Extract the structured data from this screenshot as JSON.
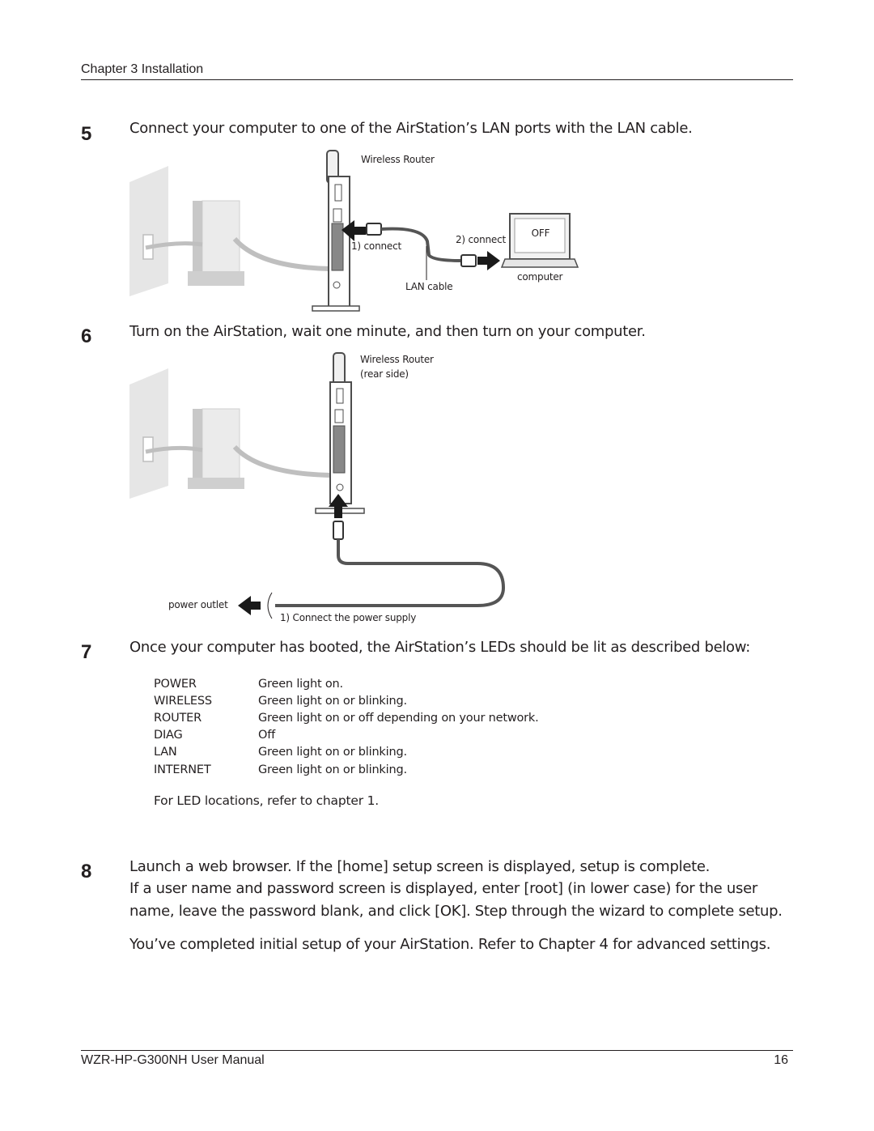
{
  "header": {
    "title": "Chapter 3  Installation"
  },
  "steps": [
    {
      "number": "5",
      "text": "Connect your computer to one of the AirStation’s LAN ports with the LAN cable."
    },
    {
      "number": "6",
      "text": "Turn on the AirStation, wait one minute, and then turn on your computer."
    },
    {
      "number": "7",
      "text": "Once your computer has booted, the AirStation’s LEDs should be lit as described below:"
    },
    {
      "number": "8",
      "lines": [
        "Launch a web browser. If the [home] setup screen is displayed, setup is complete.",
        "If a user name and password screen is displayed, enter [root] (in lower case) for the user",
        "name, leave the password blank, and click [OK]. Step through the wizard to complete setup."
      ]
    }
  ],
  "figure1": {
    "router_label": "Wireless Router",
    "connect1": "1) connect",
    "connect2": "2) connect",
    "off_label": "OFF",
    "computer_label": "computer",
    "cable_label": "LAN cable"
  },
  "figure2": {
    "router_label_line1": "Wireless Router",
    "router_label_line2": "(rear side)",
    "outlet_label": "power outlet",
    "power_label": "1) Connect the power supply"
  },
  "leds": [
    {
      "name": "POWER",
      "desc": "Green light on."
    },
    {
      "name": "WIRELESS",
      "desc": "Green light on or blinking."
    },
    {
      "name": "ROUTER",
      "desc": "Green light on or off depending on your network."
    },
    {
      "name": "DIAG",
      "desc": "Off"
    },
    {
      "name": "LAN",
      "desc": "Green light on or blinking."
    },
    {
      "name": "INTERNET",
      "desc": "Green light on or blinking."
    }
  ],
  "led_note": "For LED locations, refer to chapter 1.",
  "closing": "You’ve completed initial setup of your AirStation. Refer to Chapter 4 for advanced settings.",
  "footer": {
    "manual": "WZR-HP-G300NH User Manual",
    "page": "16"
  },
  "colors": {
    "text": "#231f20",
    "wall": "#e6e6e6",
    "router": "#4d4d4d",
    "arrow": "#1a1a1a"
  }
}
